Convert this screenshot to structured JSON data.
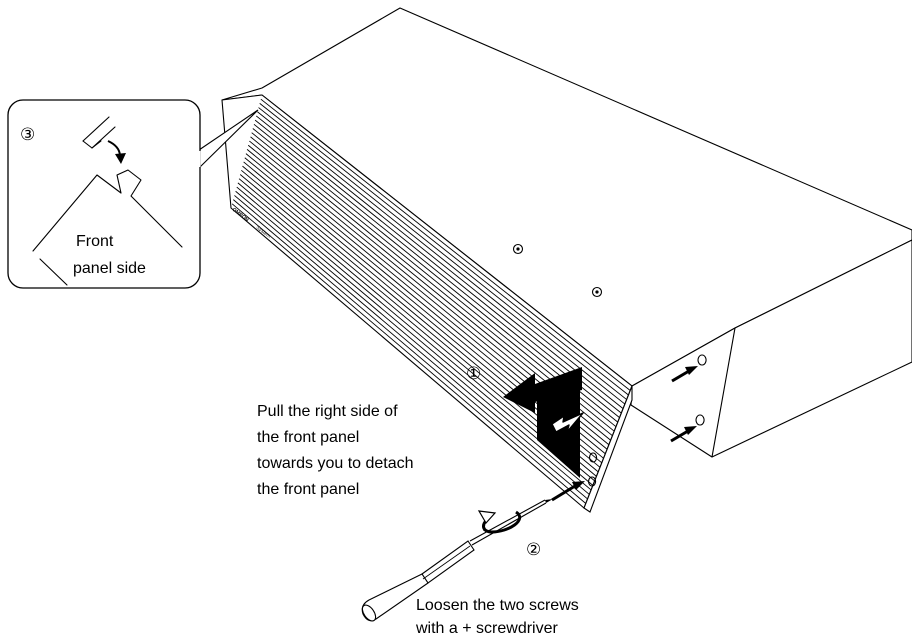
{
  "callout": {
    "step_number": "③",
    "label_line1": "Front",
    "label_line2": "panel side"
  },
  "step1": {
    "number": "①",
    "lines": [
      "Pull the right side of",
      "the front panel",
      "towards you to detach",
      "the front panel"
    ]
  },
  "step2": {
    "number": "②",
    "lines": [
      "Loosen the two screws",
      "with a + screwdriver"
    ]
  },
  "device": {
    "brand": "OMRON",
    "model": "System"
  }
}
